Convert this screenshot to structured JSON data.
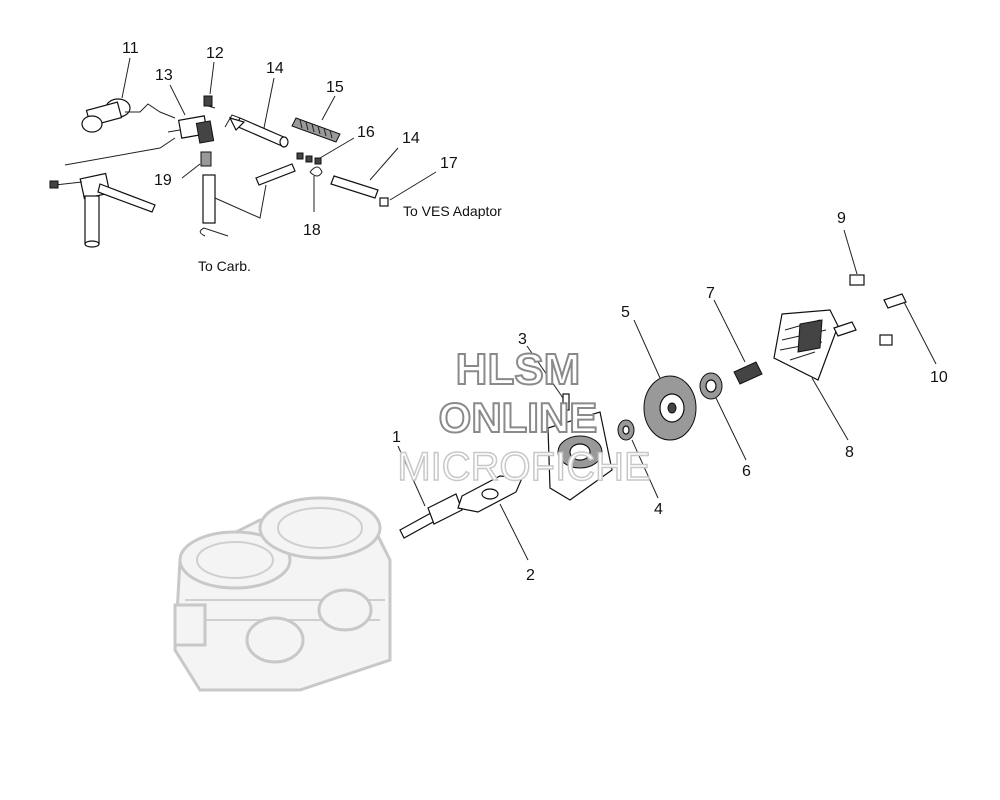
{
  "callouts": {
    "c1": "1",
    "c2": "2",
    "c3": "3",
    "c4": "4",
    "c5": "5",
    "c6": "6",
    "c7": "7",
    "c8": "8",
    "c9": "9",
    "c10": "10",
    "c11": "11",
    "c12": "12",
    "c13": "13",
    "c14a": "14",
    "c14b": "14",
    "c15": "15",
    "c16": "16",
    "c17": "17",
    "c18": "18",
    "c19": "19"
  },
  "notes": {
    "to_ves_adaptor": "To VES Adaptor",
    "to_carb": "To Carb."
  },
  "watermark": {
    "line1": "HLSM",
    "line2": "ONLINE",
    "line3": "MICROFICHE"
  }
}
